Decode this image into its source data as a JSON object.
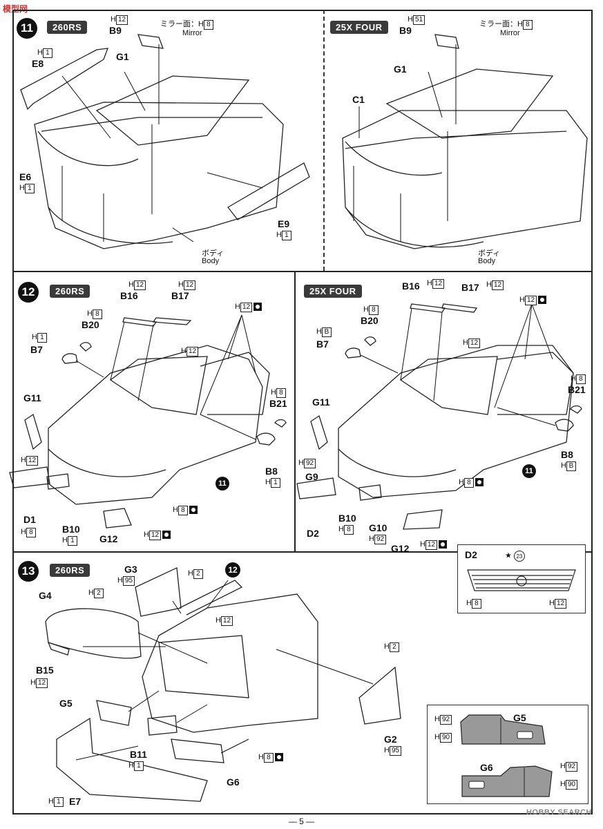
{
  "header": {
    "watermark_top": "模型网",
    "watermark_bottom": "HOBBY SEARCH"
  },
  "steps": {
    "s11": {
      "number": "11",
      "left_variant": "260RS",
      "right_variant": "25X FOUR"
    },
    "s12": {
      "number": "12",
      "left_variant": "260RS",
      "right_variant": "25X FOUR"
    },
    "s13": {
      "number": "13",
      "variant": "260RS"
    }
  },
  "labels": {
    "mirror_jp": "ミラー面：",
    "mirror_en": "Mirror",
    "body_jp": "ボディ",
    "body_en": "Body"
  },
  "colors": {
    "H1": "H1",
    "H2": "H2",
    "H8": "H8",
    "H12": "H12",
    "H51": "H51",
    "H90": "H90",
    "H92": "H92",
    "H95": "H95",
    "HB": "HB"
  },
  "parts": {
    "B9": "B9",
    "E8": "E8",
    "G1": "G1",
    "E6": "E6",
    "E9": "E9",
    "C1": "C1",
    "B16": "B16",
    "B17": "B17",
    "B20": "B20",
    "B7": "B7",
    "G11": "G11",
    "B21": "B21",
    "B8": "B8",
    "D1": "D1",
    "B10": "B10",
    "G12": "G12",
    "G9": "G9",
    "D2": "D2",
    "G10": "G10",
    "G3": "G3",
    "G4": "G4",
    "B15": "B15",
    "G5": "G5",
    "B11": "B11",
    "E7": "E7",
    "G6": "G6",
    "G2": "G2"
  },
  "step_refs": {
    "ref11": "11",
    "ref12": "12",
    "star_num": "23"
  },
  "footer": {
    "page": "— 5 —"
  }
}
